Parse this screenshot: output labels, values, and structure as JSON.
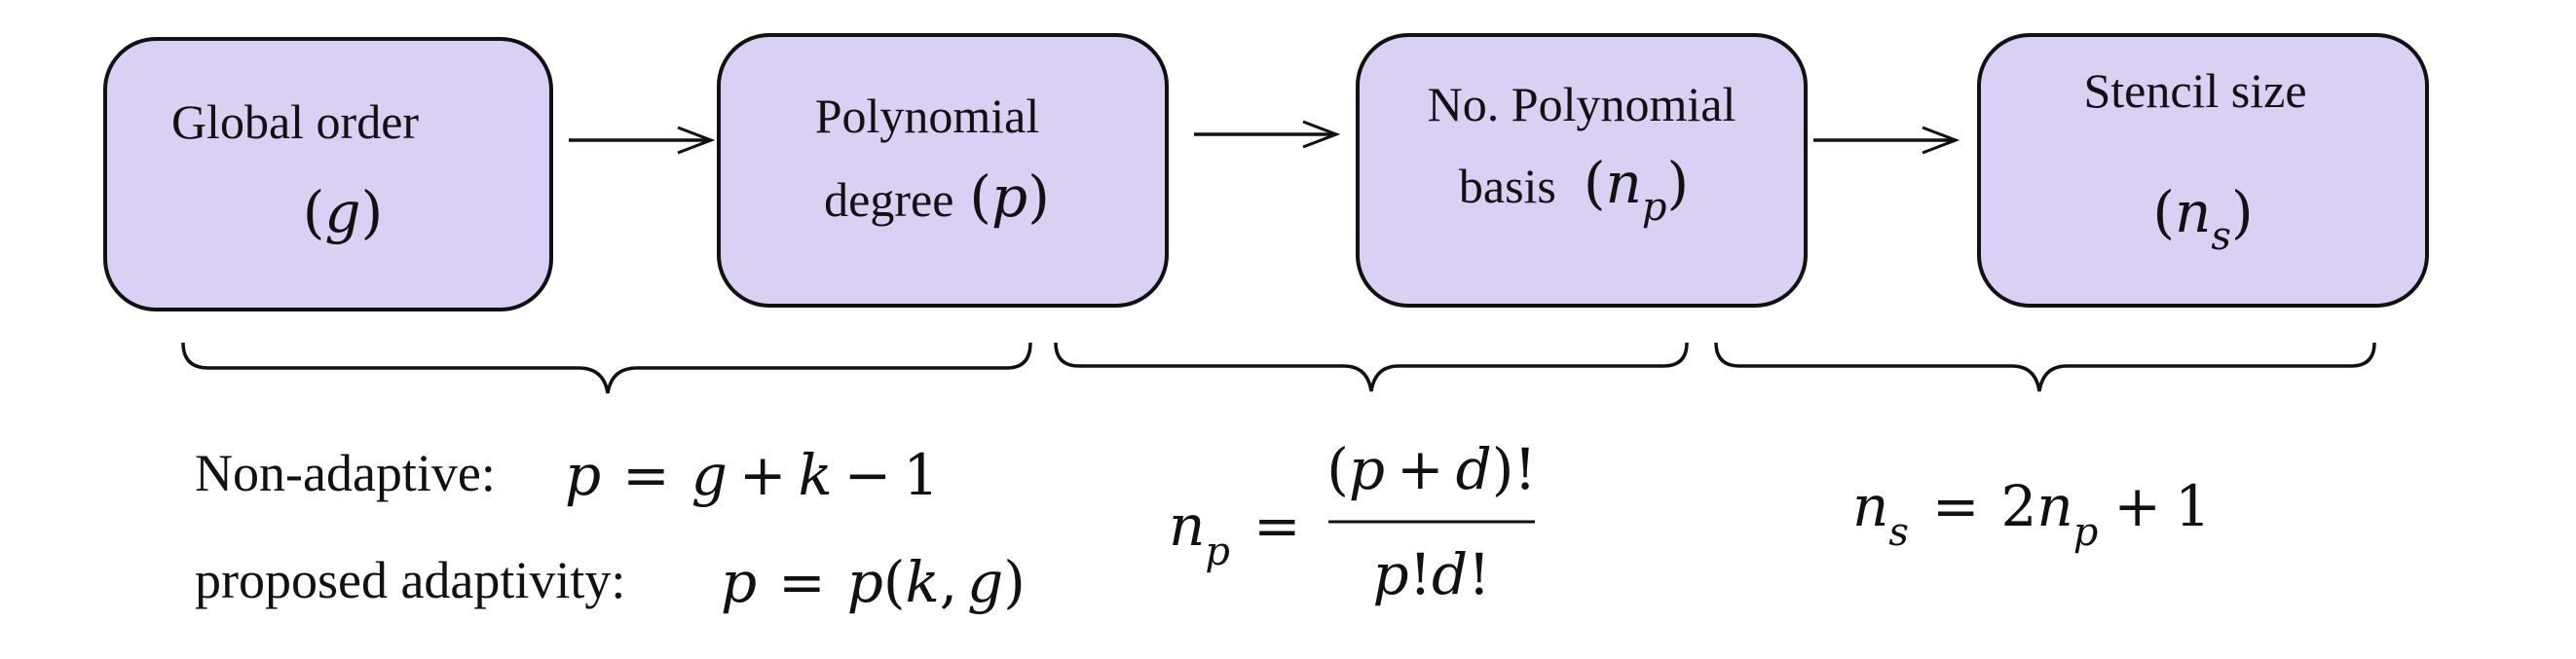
{
  "colors": {
    "box_fill": "#d9d0f3",
    "stroke": "#111111"
  },
  "boxes": [
    {
      "line1": "Global order",
      "line2_open": "(",
      "line2_var": "g",
      "line2_close": ")"
    },
    {
      "line1": "Polynomial",
      "line2_prefix": "degree",
      "line2_open": "(",
      "line2_var": "p",
      "line2_close": ")"
    },
    {
      "line1": "No. Polynomial",
      "line2_prefix": "basis",
      "line2_open": "(",
      "line2_var": "n",
      "line2_sub": "p",
      "line2_close": ")"
    },
    {
      "line1": "Stencil size",
      "line2_open": "(",
      "line2_var": "n",
      "line2_sub": "s",
      "line2_close": ")"
    }
  ],
  "equations": {
    "non_adaptive_label": "Non-adaptive:",
    "non_adaptive_formula": {
      "p": "p",
      "eq": "=",
      "g": "g",
      "plus": "+",
      "k": "k",
      "minus": "−",
      "one": "1"
    },
    "adaptive_label": "proposed adaptivity:",
    "adaptive_formula": {
      "p": "p",
      "eq": "=",
      "p2": "p",
      "open": "(",
      "k": "k",
      "comma": ",",
      "g": "g",
      "close": ")"
    },
    "np_formula": {
      "n": "n",
      "sub": "p",
      "eq": "=",
      "num_open": "(",
      "num_p": "p",
      "num_plus": "+",
      "num_d": "d",
      "num_close": ")!",
      "den_p": "p",
      "den_bang": "!",
      "den_d": "d",
      "den_bang2": "!"
    },
    "ns_formula": {
      "n": "n",
      "sub": "s",
      "eq": "=",
      "two": "2",
      "n2": "n",
      "sub2": "p",
      "plus": "+",
      "one": "1"
    }
  }
}
